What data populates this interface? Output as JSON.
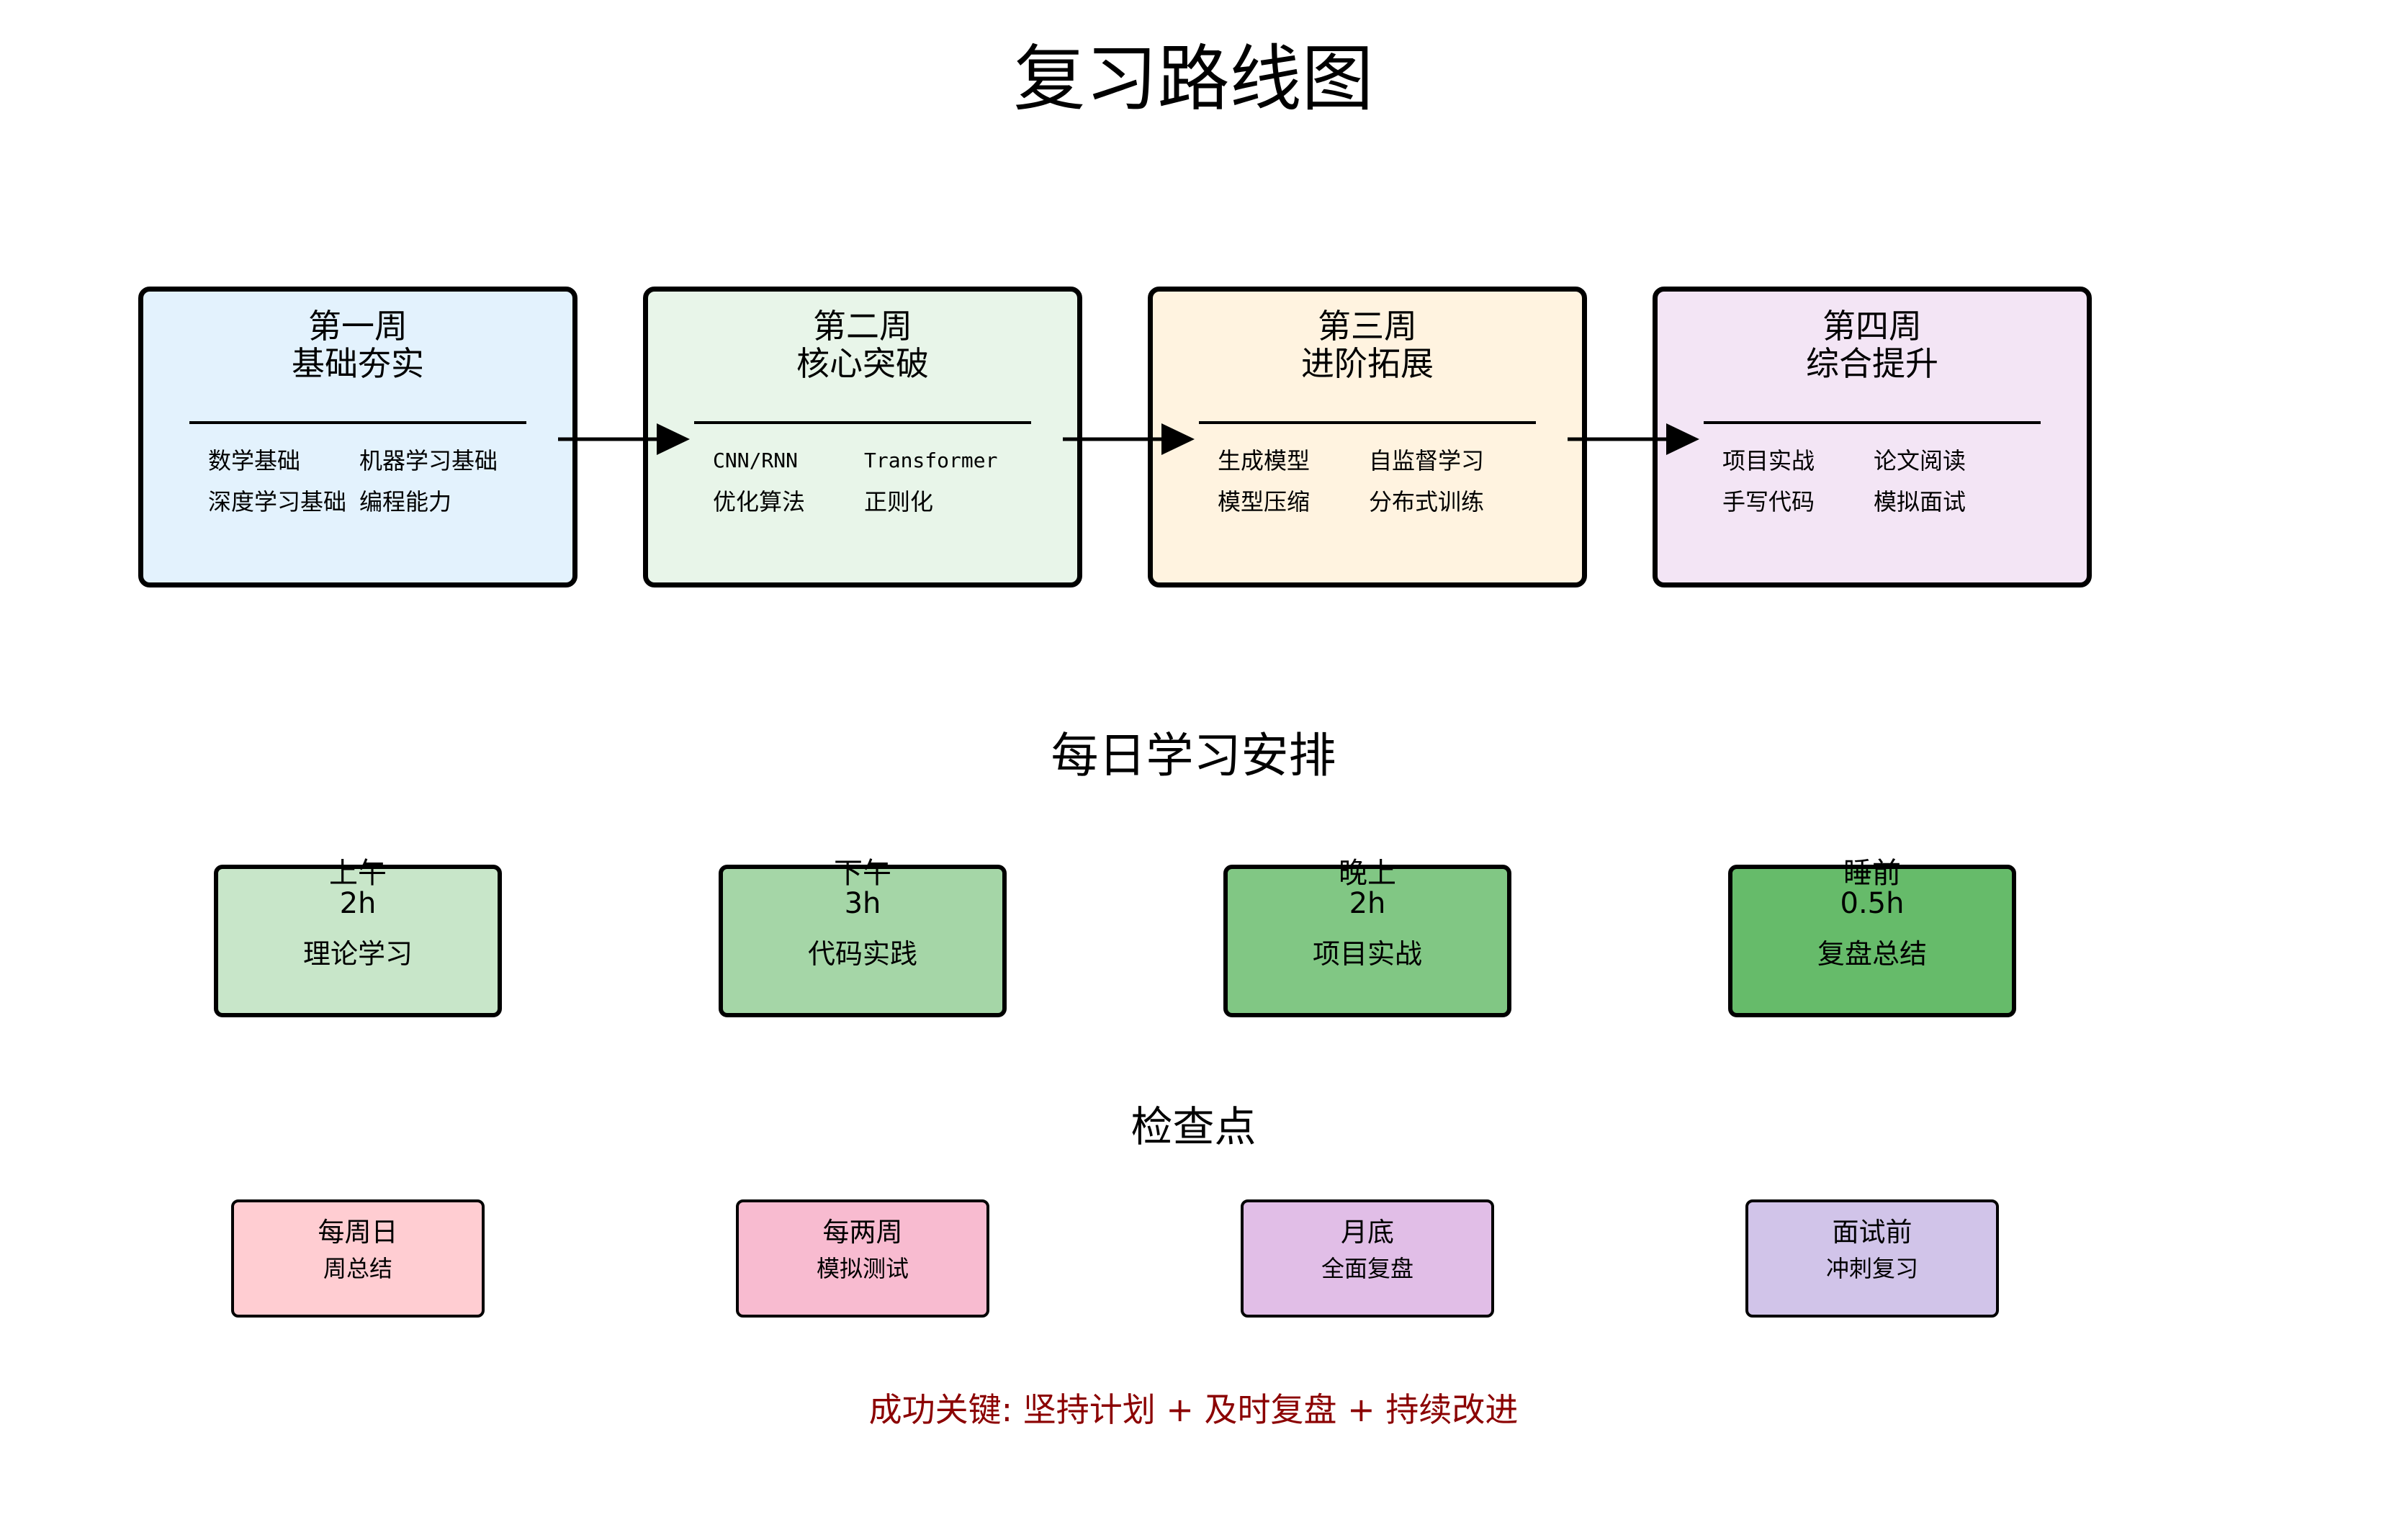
{
  "title": "复习路线图",
  "weeks": [
    {
      "label": "第一周",
      "theme": "基础夯实",
      "topics": [
        "数学基础",
        "机器学习基础",
        "深度学习基础",
        "编程能力"
      ],
      "fill": "#e3f2fd"
    },
    {
      "label": "第二周",
      "theme": "核心突破",
      "topics": [
        "CNN/RNN",
        "Transformer",
        "优化算法",
        "正则化"
      ],
      "fill": "#e8f5e9"
    },
    {
      "label": "第三周",
      "theme": "进阶拓展",
      "topics": [
        "生成模型",
        "自监督学习",
        "模型压缩",
        "分布式训练"
      ],
      "fill": "#fff3e0"
    },
    {
      "label": "第四周",
      "theme": "综合提升",
      "topics": [
        "项目实战",
        "论文阅读",
        "手写代码",
        "模拟面试"
      ],
      "fill": "#f3e5f5"
    }
  ],
  "daily_title": "每日学习安排",
  "daily": [
    {
      "time": "上午",
      "hours": "2h",
      "activity": "理论学习",
      "fill": "#c8e6c9"
    },
    {
      "time": "下午",
      "hours": "3h",
      "activity": "代码实践",
      "fill": "#a5d6a7"
    },
    {
      "time": "晚上",
      "hours": "2h",
      "activity": "项目实战",
      "fill": "#81c784"
    },
    {
      "time": "睡前",
      "hours": "0.5h",
      "activity": "复盘总结",
      "fill": "#66bb6a"
    }
  ],
  "checkpoints_title": "检查点",
  "checkpoints": [
    {
      "when": "每周日",
      "what": "周总结",
      "fill": "#ffcdd2"
    },
    {
      "when": "每两周",
      "what": "模拟测试",
      "fill": "#f8bbd0"
    },
    {
      "when": "月底",
      "what": "全面复盘",
      "fill": "#e1bee7"
    },
    {
      "when": "面试前",
      "what": "冲刺复习",
      "fill": "#d1c4e9"
    }
  ],
  "footer": "成功关键: 坚持计划 + 及时复盘 + 持续改进",
  "footer_color": "#8b0000"
}
